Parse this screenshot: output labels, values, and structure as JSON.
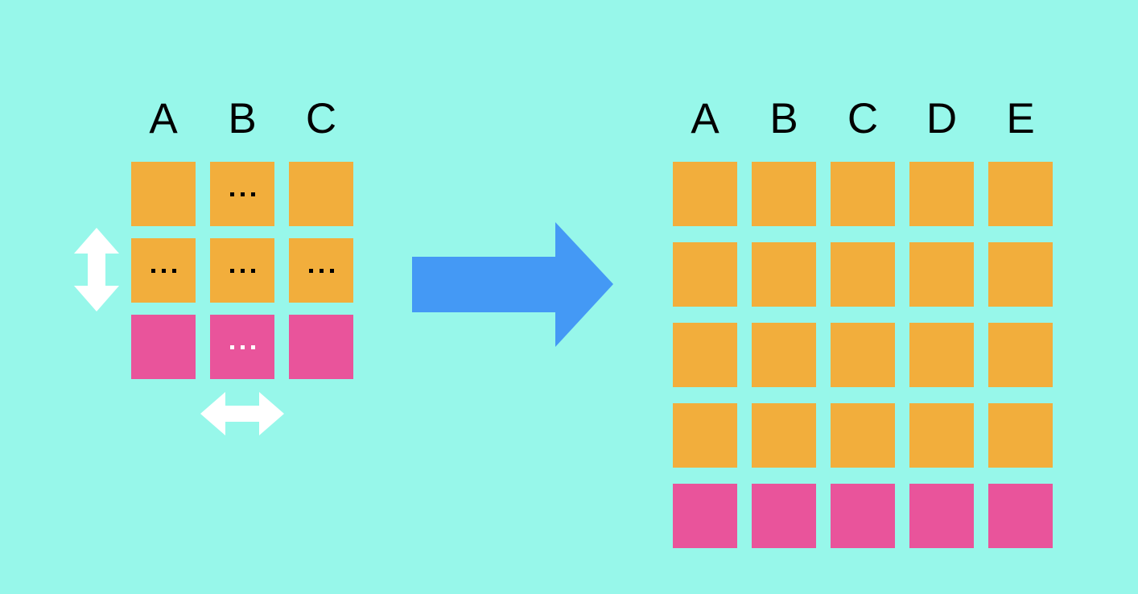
{
  "diagram": {
    "title": "Array broadcasting: small grid expands to full grid",
    "background_color": "#97f7ea",
    "colors": {
      "orange_cell": "#f2ae3c",
      "pink_cell": "#e9549b",
      "arrow_blue": "#4499f5",
      "resize_arrow_white": "#ffffff",
      "label_text": "#000000"
    }
  },
  "left_grid": {
    "column_labels": [
      "A",
      "B",
      "C"
    ],
    "rows": [
      {
        "row_index": 0,
        "color": "orange",
        "cells": [
          {
            "column": "A",
            "color": "orange",
            "ellipsis": false,
            "ellipsis_color": ""
          },
          {
            "column": "B",
            "color": "orange",
            "ellipsis": true,
            "ellipsis_color": "dark"
          },
          {
            "column": "C",
            "color": "orange",
            "ellipsis": false,
            "ellipsis_color": ""
          }
        ]
      },
      {
        "row_index": 1,
        "color": "orange",
        "cells": [
          {
            "column": "A",
            "color": "orange",
            "ellipsis": true,
            "ellipsis_color": "dark"
          },
          {
            "column": "B",
            "color": "orange",
            "ellipsis": true,
            "ellipsis_color": "dark"
          },
          {
            "column": "C",
            "color": "orange",
            "ellipsis": true,
            "ellipsis_color": "dark"
          }
        ]
      },
      {
        "row_index": 2,
        "color": "pink",
        "cells": [
          {
            "column": "A",
            "color": "pink",
            "ellipsis": false,
            "ellipsis_color": ""
          },
          {
            "column": "B",
            "color": "pink",
            "ellipsis": true,
            "ellipsis_color": "light"
          },
          {
            "column": "C",
            "color": "pink",
            "ellipsis": false,
            "ellipsis_color": ""
          }
        ]
      }
    ]
  },
  "right_grid": {
    "column_labels": [
      "A",
      "B",
      "C",
      "D",
      "E"
    ],
    "rows": [
      {
        "row_index": 0,
        "color": "orange",
        "cells": [
          {
            "column": "A",
            "color": "orange",
            "ellipsis": false,
            "ellipsis_color": ""
          },
          {
            "column": "B",
            "color": "orange",
            "ellipsis": false,
            "ellipsis_color": ""
          },
          {
            "column": "C",
            "color": "orange",
            "ellipsis": false,
            "ellipsis_color": ""
          },
          {
            "column": "D",
            "color": "orange",
            "ellipsis": false,
            "ellipsis_color": ""
          },
          {
            "column": "E",
            "color": "orange",
            "ellipsis": false,
            "ellipsis_color": ""
          }
        ]
      },
      {
        "row_index": 1,
        "color": "orange",
        "cells": [
          {
            "column": "A",
            "color": "orange",
            "ellipsis": false,
            "ellipsis_color": ""
          },
          {
            "column": "B",
            "color": "orange",
            "ellipsis": false,
            "ellipsis_color": ""
          },
          {
            "column": "C",
            "color": "orange",
            "ellipsis": false,
            "ellipsis_color": ""
          },
          {
            "column": "D",
            "color": "orange",
            "ellipsis": false,
            "ellipsis_color": ""
          },
          {
            "column": "E",
            "color": "orange",
            "ellipsis": false,
            "ellipsis_color": ""
          }
        ]
      },
      {
        "row_index": 2,
        "color": "orange",
        "cells": [
          {
            "column": "A",
            "color": "orange",
            "ellipsis": false,
            "ellipsis_color": ""
          },
          {
            "column": "B",
            "color": "orange",
            "ellipsis": false,
            "ellipsis_color": ""
          },
          {
            "column": "C",
            "color": "orange",
            "ellipsis": false,
            "ellipsis_color": ""
          },
          {
            "column": "D",
            "color": "orange",
            "ellipsis": false,
            "ellipsis_color": ""
          },
          {
            "column": "E",
            "color": "orange",
            "ellipsis": false,
            "ellipsis_color": ""
          }
        ]
      },
      {
        "row_index": 3,
        "color": "orange",
        "cells": [
          {
            "column": "A",
            "color": "orange",
            "ellipsis": false,
            "ellipsis_color": ""
          },
          {
            "column": "B",
            "color": "orange",
            "ellipsis": false,
            "ellipsis_color": ""
          },
          {
            "column": "C",
            "color": "orange",
            "ellipsis": false,
            "ellipsis_color": ""
          },
          {
            "column": "D",
            "color": "orange",
            "ellipsis": false,
            "ellipsis_color": ""
          },
          {
            "column": "E",
            "color": "orange",
            "ellipsis": false,
            "ellipsis_color": ""
          }
        ]
      },
      {
        "row_index": 4,
        "color": "pink",
        "cells": [
          {
            "column": "A",
            "color": "pink",
            "ellipsis": false,
            "ellipsis_color": ""
          },
          {
            "column": "B",
            "color": "pink",
            "ellipsis": false,
            "ellipsis_color": ""
          },
          {
            "column": "C",
            "color": "pink",
            "ellipsis": false,
            "ellipsis_color": ""
          },
          {
            "column": "D",
            "color": "pink",
            "ellipsis": false,
            "ellipsis_color": ""
          },
          {
            "column": "E",
            "color": "pink",
            "ellipsis": false,
            "ellipsis_color": ""
          }
        ]
      }
    ]
  },
  "annotations": {
    "transform_arrow": {
      "icon": "right-arrow-icon",
      "direction": "right",
      "color": "#4499f5"
    },
    "vertical_resize": {
      "icon": "vertical-double-arrow-icon",
      "direction": "vertical",
      "color": "#ffffff"
    },
    "horizontal_resize": {
      "icon": "horizontal-double-arrow-icon",
      "direction": "horizontal",
      "color": "#ffffff"
    }
  }
}
